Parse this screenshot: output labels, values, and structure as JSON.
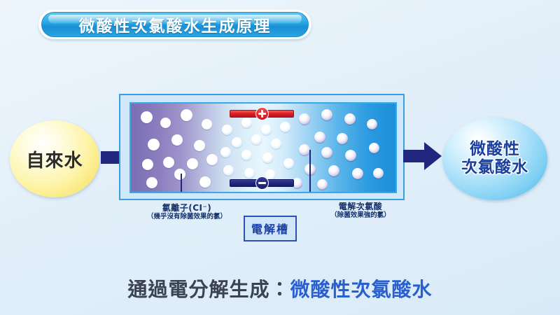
{
  "title": {
    "text": "微酸性次氯酸水生成原理"
  },
  "colors": {
    "page_background": "#e6f1fb",
    "title_blue": "#27a7e4",
    "arrow_navy": "#20257e",
    "positive_red": "#e01f26",
    "negative_navy": "#232883",
    "source_yellow": "#f8e46a",
    "product_blue": "#7fd0f4",
    "caption_blue": "#2a5fd0"
  },
  "source": {
    "label": "自來水",
    "icon": "water-drop-ellipse"
  },
  "arrows": {
    "inflow": "arrow-right-icon",
    "outflow": "arrow-right-icon"
  },
  "cell": {
    "tank_label": "電解槽",
    "electrodes": {
      "positive": {
        "sign": "+",
        "name": "anode"
      },
      "negative": {
        "sign": "−",
        "name": "cathode"
      }
    },
    "callouts": [
      {
        "id": "chloride-ion",
        "main": "氯離子(CI⁻)",
        "sub": "（幾乎沒有除菌效果的氯）"
      },
      {
        "id": "electrolytic-hypochlorous-acid",
        "main": "電解次氯酸",
        "sub": "（除菌效果強的氯）"
      }
    ]
  },
  "product": {
    "line1": "微酸性",
    "line2": "次氯酸水"
  },
  "caption": {
    "prefix": "通過電分解生成：",
    "highlight": "微酸性次氯酸水"
  }
}
